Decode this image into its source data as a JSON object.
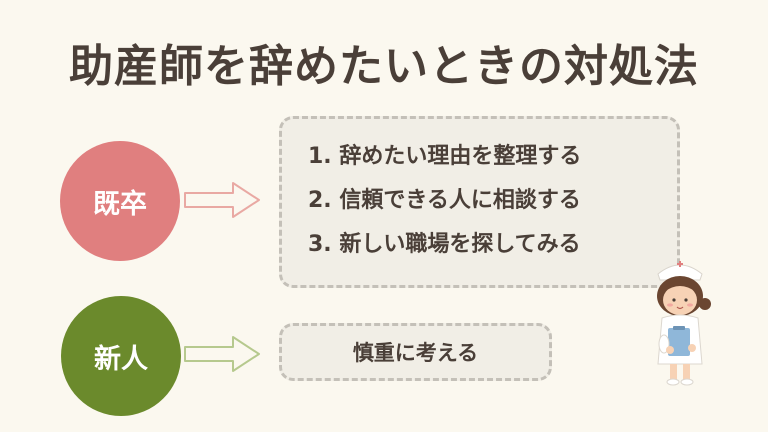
{
  "title": "助産師を辞めたいときの対処法",
  "groups": [
    {
      "label": "既卒",
      "color": "#e07f7f",
      "items": [
        "1. 辞めたい理由を整理する",
        "2. 信頼できる人に相談する",
        "3. 新しい職場を探してみる"
      ]
    },
    {
      "label": "新人",
      "color": "#6b8a2c",
      "items": [
        "慎重に考える"
      ]
    }
  ],
  "icons": {
    "arrow_1": "arrow-right-icon",
    "arrow_2": "arrow-right-icon",
    "illustration": "nurse-illustration"
  }
}
